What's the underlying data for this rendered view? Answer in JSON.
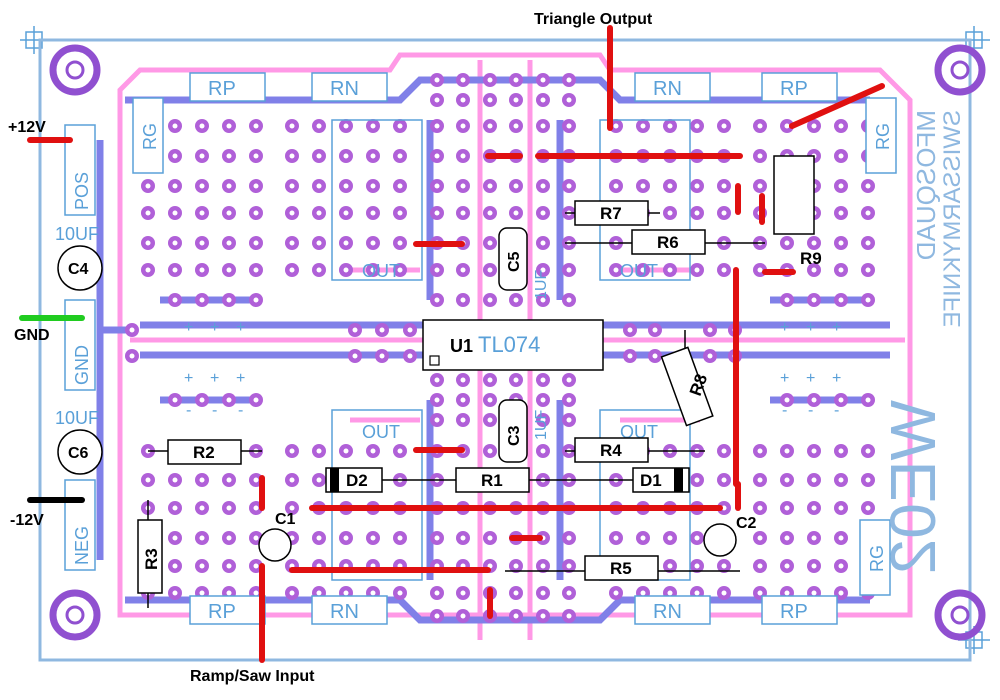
{
  "labels": {
    "triangle_output": "Triangle Output",
    "ramp_input": "Ramp/Saw Input",
    "plus12": "+12V",
    "gnd": "GND",
    "minus12": "-12V"
  },
  "rails": {
    "pos": "POS",
    "gnd": "GND",
    "neg": "NEG"
  },
  "capacitors": {
    "c4": "C4",
    "c4_value": "10UF",
    "c6": "C6",
    "c6_value": "10UF",
    "c5": "C5",
    "c5_value": "1UF",
    "c3": "C3",
    "c3_value": "1UF",
    "c1": "C1",
    "c2": "C2"
  },
  "resistors": {
    "r1": "R1",
    "r2": "R2",
    "r3": "R3",
    "r4": "R4",
    "r5": "R5",
    "r6": "R6",
    "r7": "R7",
    "r8": "R8",
    "r9": "R9"
  },
  "diodes": {
    "d1": "D1",
    "d2": "D2"
  },
  "ic": {
    "ref": "U1",
    "part": "TL074"
  },
  "silk": {
    "rp": "RP",
    "rn": "RN",
    "rg": "RG",
    "out": "OUT",
    "plus": "+",
    "minus": "-"
  },
  "board_marks": {
    "mfos_quad": "MFOSQUAD",
    "swiss_army": "SWISSARMYKNIFE",
    "side_code": "WE02"
  },
  "colors": {
    "trace_blue": "#8080e8",
    "trace_pink": "#ff99e6",
    "jumper_red": "#e01010",
    "pad": "#b060d8",
    "silkscreen": "#5aa0d8",
    "wire_gnd": "#20cc20",
    "wire_neg": "#000000"
  }
}
